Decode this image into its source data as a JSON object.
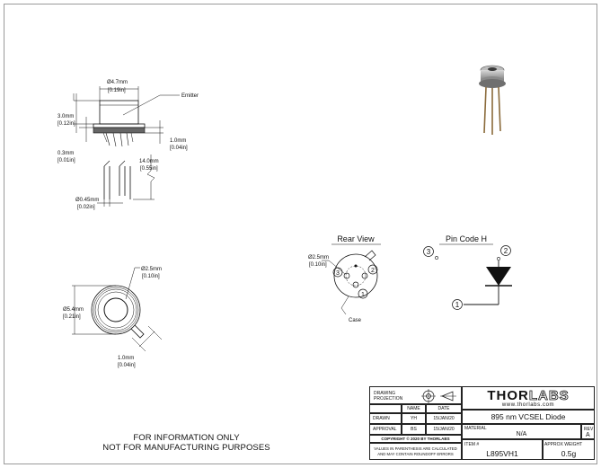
{
  "drawing": {
    "top_view": {
      "dia_mm": "Ø4.7mm",
      "dia_in": "[0.19in]",
      "emitter_label": "Emitter",
      "height_mm": "3.0mm",
      "height_in": "[0.12in]",
      "flange_mm": "0.3mm",
      "flange_in": "[0.01in]",
      "flange2_mm": "1.0mm",
      "flange2_in": "[0.04in]",
      "lead_len_mm": "14.0mm",
      "lead_len_in": "[0.55in]",
      "lead_dia_mm": "Ø0.45mm",
      "lead_dia_in": "[0.02in]"
    },
    "bottom_view": {
      "pcd_mm": "Ø2.5mm",
      "pcd_in": "[0.10in]",
      "body_mm": "Ø5.4mm",
      "body_in": "[0.21in]",
      "tab_mm": "1.0mm",
      "tab_in": "[0.04in]"
    },
    "rear_view": {
      "title": "Rear View",
      "pcd_mm": "Ø2.5mm",
      "pcd_in": "[0.10in]",
      "pin1": "1",
      "pin2": "2",
      "pin3": "3",
      "case_label": "Case"
    },
    "pin_code": {
      "title": "Pin Code H",
      "pin1": "1",
      "pin2": "2",
      "pin3": "3"
    },
    "notice_line1": "FOR INFORMATION ONLY",
    "notice_line2": "NOT FOR MANUFACTURING PURPOSES"
  },
  "title_block": {
    "projection_label_1": "DRAWING",
    "projection_label_2": "PROJECTION",
    "col_name": "NAME",
    "col_date": "DATE",
    "drawn_label": "DRAWN",
    "drawn_name": "YH",
    "drawn_date": "15/JAN/20",
    "approval_label": "APPROVAL",
    "approval_name": "BS",
    "approval_date": "15/JAN/20",
    "copyright": "COPYRIGHT © 2020 BY THORLABS",
    "note_1": "VALUES IN PARENTHESIS ARE CALCULATED",
    "note_2": "AND MAY CONTAIN ROUNDOFF ERRORS",
    "logo_text_1": "THOR",
    "logo_text_2": "LABS",
    "website": "www.thorlabs.com",
    "description": "895 nm VCSEL Diode",
    "material_label": "MATERIAL",
    "material_value": "N/A",
    "rev_label": "REV",
    "rev_value": "A",
    "item_label": "ITEM #",
    "item_value": "L895VH1",
    "weight_label": "APPROX WEIGHT",
    "weight_value": "0.5g"
  }
}
